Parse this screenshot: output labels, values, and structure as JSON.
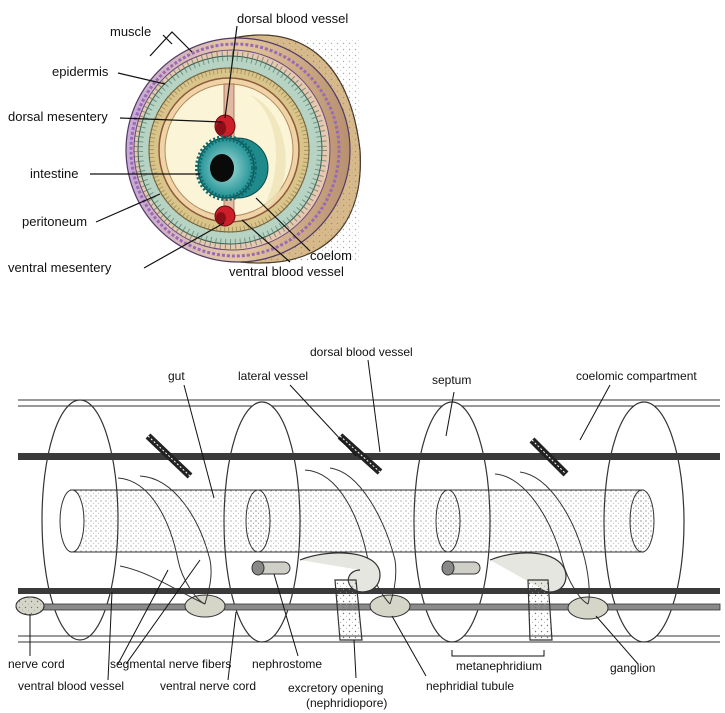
{
  "cross_section": {
    "labels": {
      "muscle": "muscle",
      "dorsal_blood_vessel": "dorsal blood vessel",
      "epidermis": "epidermis",
      "dorsal_mesentery": "dorsal mesentery",
      "intestine": "intestine",
      "peritoneum": "peritoneum",
      "coelom": "coelom",
      "ventral_mesentery": "ventral mesentery",
      "ventral_blood_vessel": "ventral blood vessel"
    },
    "colors": {
      "intestine": "#2aa3a3",
      "blood_vessel": "#cc1f2a",
      "coelom": "#fbf4d6",
      "epidermis_ring": "#b9a6d6",
      "muscle_ring": "#8fb7a8"
    }
  },
  "longitudinal_section": {
    "labels": {
      "dorsal_blood_vessel": "dorsal blood vessel",
      "gut": "gut",
      "lateral_vessel": "lateral vessel",
      "septum": "septum",
      "coelomic_compartment": "coelomic compartment",
      "nerve_cord": "nerve cord",
      "segmental_nerve_fibers": "segmental nerve fibers",
      "nephrostome": "nephrostome",
      "metanephridium": "metanephridium",
      "ganglion": "ganglion",
      "ventral_blood_vessel": "ventral blood vessel",
      "ventral_nerve_cord": "ventral nerve cord",
      "excretory_opening": "excretory opening",
      "nephridiopore": "(nephridiopore)",
      "nephridial_tubule": "nephridial tubule"
    }
  }
}
